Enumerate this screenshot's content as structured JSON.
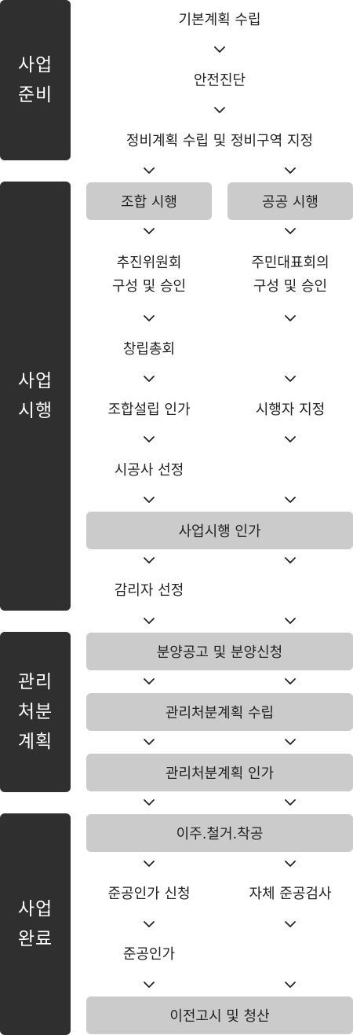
{
  "stages": {
    "prep": "사업\n준비",
    "exec": "사업\n시행",
    "mgmt": "관리\n처분\n계획",
    "done": "사업\n완료"
  },
  "steps": {
    "basic_plan": "기본계획 수립",
    "safety_check": "안전진단",
    "zone_plan": "정비계획 수립 및 정비구역 지정",
    "union_exec": "조합 시행",
    "public_exec": "공공 시행",
    "committee": "추진위원회\n구성 및 승인",
    "residents_council": "주민대표회의\n구성 및 승인",
    "founding_meeting": "창립총회",
    "union_approval": "조합설립 인가",
    "operator_designation": "시행자 지정",
    "contractor_selection": "시공사 선정",
    "project_approval": "사업시행 인가",
    "supervisor_selection": "감리자 선정",
    "sale_notice": "분양공고 및 분양신청",
    "disposal_plan": "관리처분계획 수립",
    "disposal_approval": "관리처분계획 인가",
    "relocation": "이주.철거.착공",
    "completion_request": "준공인가 신청",
    "self_inspection": "자체 준공검사",
    "completion_approval": "준공인가",
    "transfer_notice": "이전고시 및 청산"
  },
  "colors": {
    "stage_bg": "#2f2f2f",
    "box_bg": "#cbcbcb",
    "text": "#222222",
    "chevron": "#222222"
  },
  "icons": {
    "arrow": "chevron-down-icon"
  }
}
